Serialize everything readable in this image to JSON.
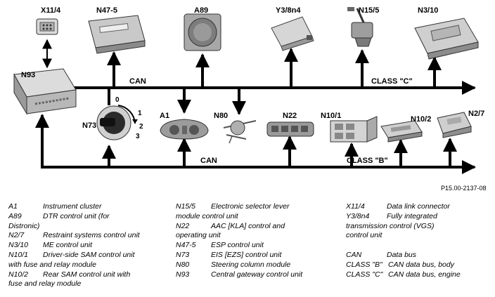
{
  "components": {
    "x11_4": "X11/4",
    "n47_5": "N47-5",
    "a89": "A89",
    "y3_8n4": "Y3/8n4",
    "n15_5": "N15/5",
    "n3_10": "N3/10",
    "n93": "N93",
    "n73": "N73",
    "a1": "A1",
    "n80": "N80",
    "n22": "N22",
    "n10_1": "N10/1",
    "n10_2": "N10/2",
    "n2_7": "N2/7"
  },
  "buses": {
    "can_top": "CAN",
    "class_c": "CLASS \"C\"",
    "can_bottom": "CAN",
    "class_b": "CLASS \"B\""
  },
  "switch_positions": [
    "0",
    "1",
    "2",
    "3"
  ],
  "reference": "P15.00-2137-08",
  "legend_col1": [
    {
      "code": "A1",
      "text": "Instrument cluster"
    },
    {
      "code": "A89",
      "text": "DTR control unit (for"
    },
    {
      "code": "",
      "text": "Distronic)"
    },
    {
      "code": "N2/7",
      "text": "Restraint systems control unit"
    },
    {
      "code": "N3/10",
      "text": "ME control unit"
    },
    {
      "code": "N10/1",
      "text": "Driver-side SAM control unit"
    },
    {
      "code": "",
      "text": "with fuse and relay module"
    },
    {
      "code": "N10/2",
      "text": "Rear SAM control unit with"
    },
    {
      "code": "",
      "text": "fuse and relay module"
    }
  ],
  "legend_col2": [
    {
      "code": "N15/5",
      "text": "Electronic selector lever"
    },
    {
      "code": "",
      "text": "module control unit"
    },
    {
      "code": "N22",
      "text": "AAC [KLA] control and"
    },
    {
      "code": "",
      "text": "operating unit"
    },
    {
      "code": "N47-5",
      "text": "ESP control unit"
    },
    {
      "code": "N73",
      "text": "EIS [EZS] control unit"
    },
    {
      "code": "N80",
      "text": "Steering column module"
    },
    {
      "code": "N93",
      "text": "Central gateway control unit"
    }
  ],
  "legend_col3": [
    {
      "code": "X11/4",
      "text": "Data link connector"
    },
    {
      "code": "Y3/8n4",
      "text": "Fully integrated"
    },
    {
      "code": "",
      "text": "transmission control (VGS)"
    },
    {
      "code": "",
      "text": "control unit"
    },
    {
      "code": "",
      "text": ""
    },
    {
      "code": "CAN",
      "text": "Data bus"
    },
    {
      "code": "CLASS \"B\"",
      "text": "CAN data bus, body"
    },
    {
      "code": "CLASS \"C\"",
      "text": "CAN data bus, engine"
    }
  ]
}
